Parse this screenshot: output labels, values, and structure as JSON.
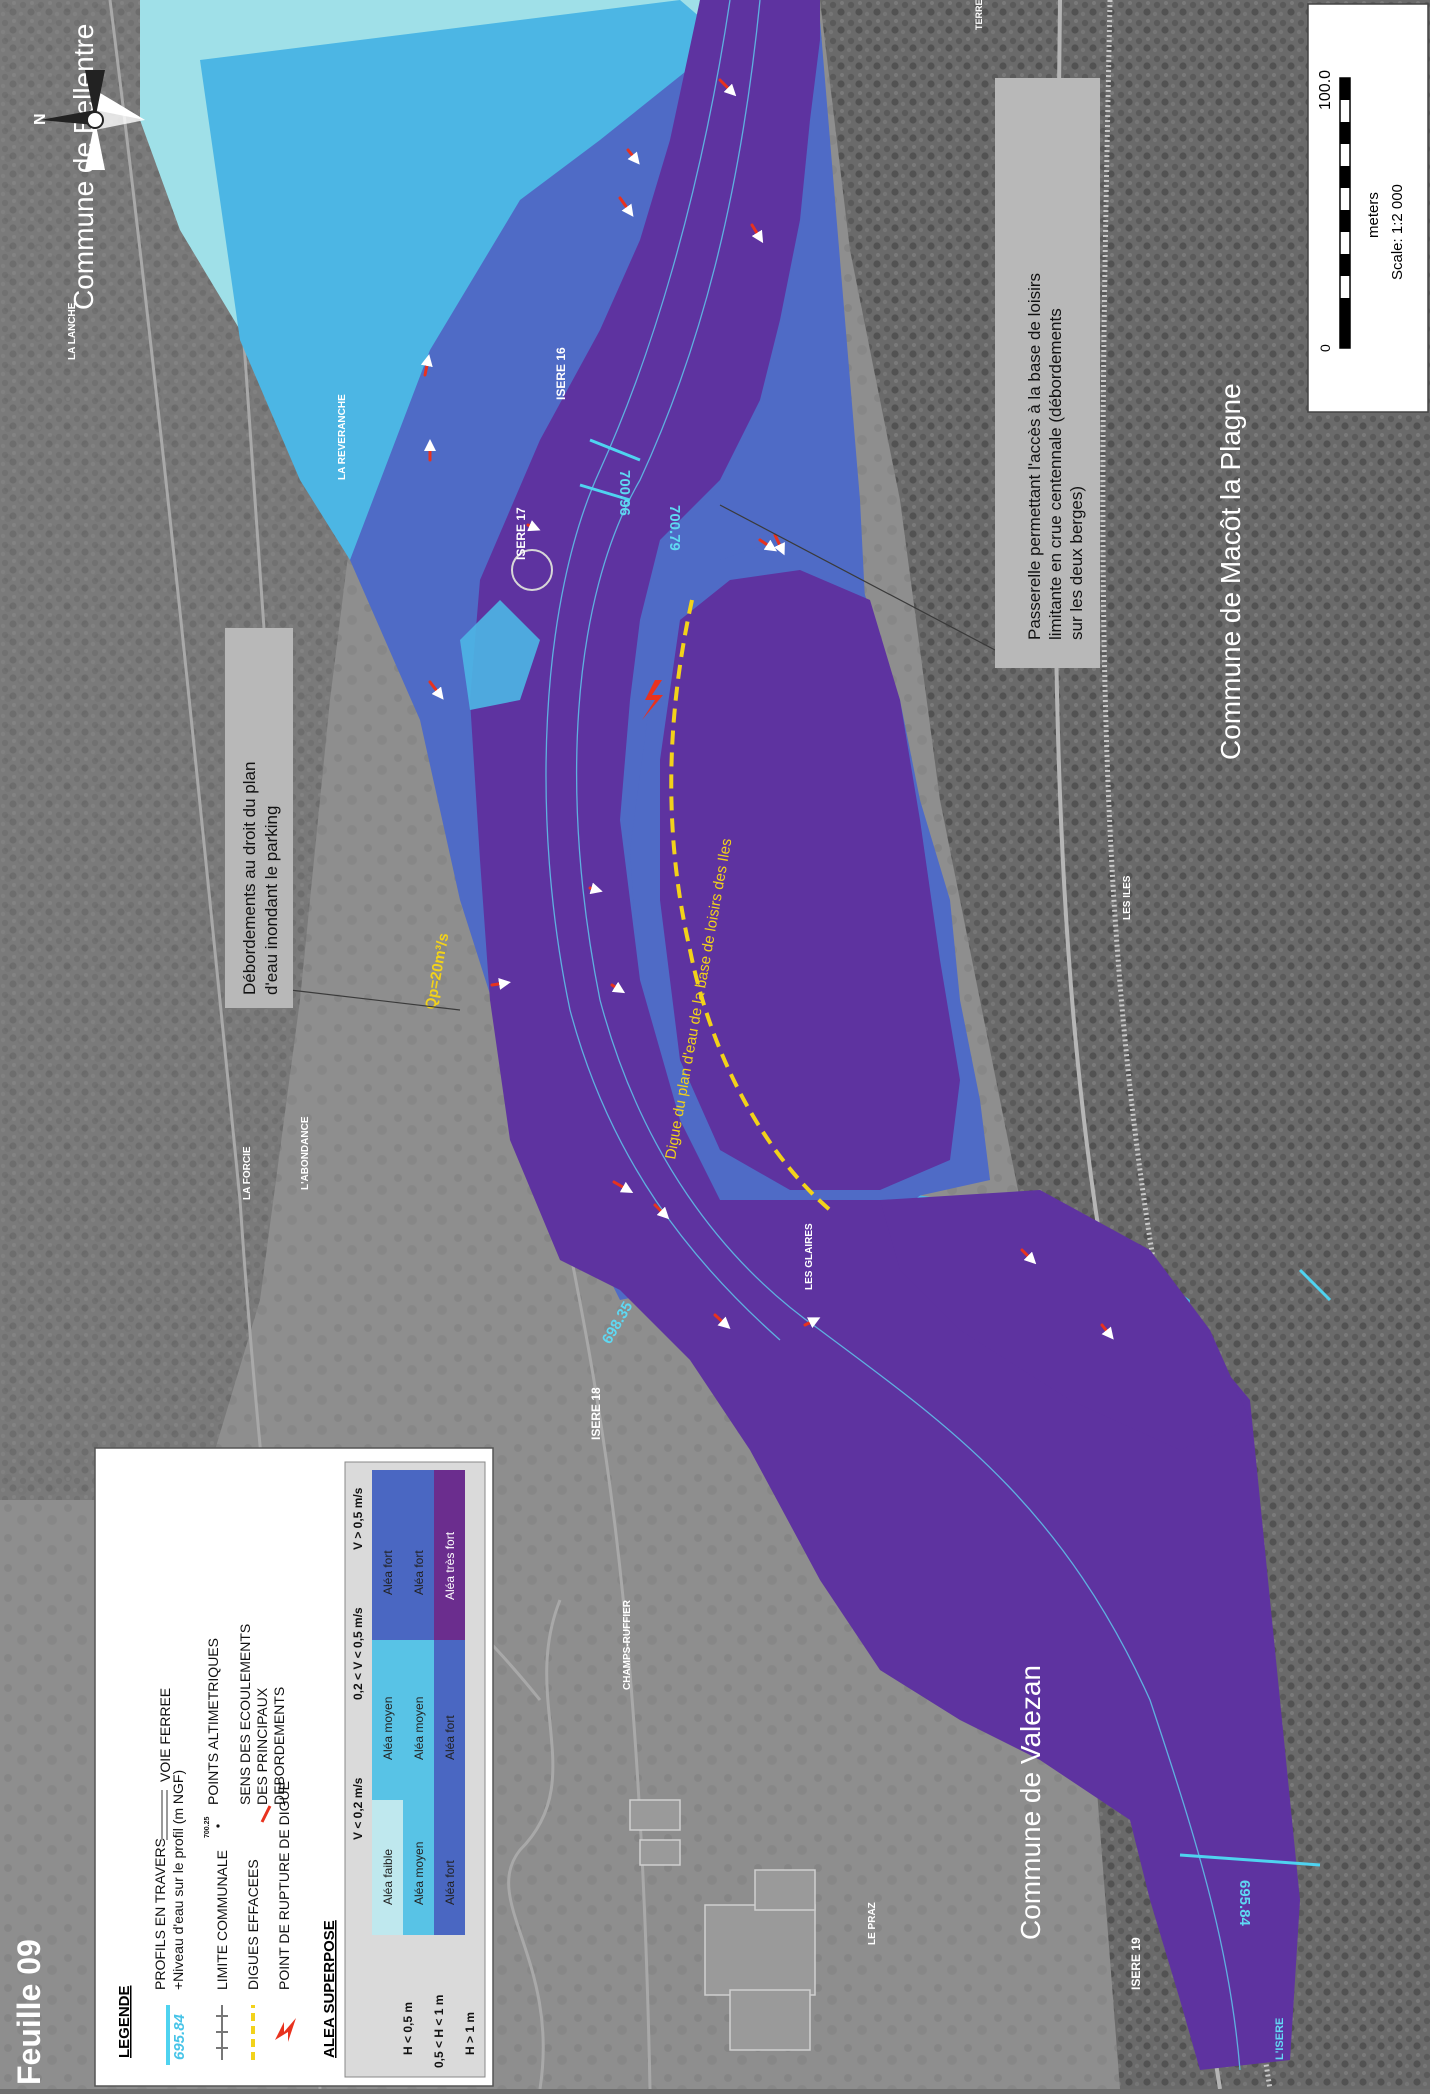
{
  "sheet": {
    "title": "Feuille 09"
  },
  "north": {
    "letter": "N"
  },
  "scalebar": {
    "zero": "0",
    "max": "100.0",
    "unit": "meters",
    "scale": "Scale: 1:2 000"
  },
  "communes": {
    "bellentre": "Commune de Bellentre",
    "macot": "Commune de Macôt la Plagne",
    "valezan": "Commune de Valezan"
  },
  "places": {
    "la_lanche": "LA LANCHE",
    "la_reveranche": "LA REVERANCHE",
    "la_forcie": "LA FORCIE",
    "l_abondance": "L'ABONDANCE",
    "les_glaires": "LES GLAIRES",
    "les_iles": "LES ILES",
    "champs_ruffier": "CHAMPS-RUFFIER",
    "le_praz": "LE PRAZ",
    "lisere": "L'ISERE",
    "terre": "TERRE"
  },
  "profiles": {
    "isere16": "ISERE 16",
    "isere17": "ISERE 17",
    "isere18": "ISERE 18",
    "isere19": "ISERE 19",
    "v1": "700.96",
    "v2": "700.79",
    "v3": "698.35",
    "v4": "695.84"
  },
  "annotations": {
    "passerelle": [
      "Passerelle permettant l'accès à la base de loisirs",
      "limitante en crue centennale (débordements",
      "sur les deux berges)"
    ],
    "debordements": [
      "Débordements au droit du plan",
      "d'eau inondant  le parking"
    ],
    "digue": "Digue du plan d'eau de  la base de loisirs des Iles",
    "flow": "Qp=20m³/s"
  },
  "legend": {
    "title": "LEGENDE",
    "profile_sample": "695.84",
    "profiles_label": [
      "PROFILS EN TRAVERS",
      "+Niveau d'eau sur le profil (m NGF)"
    ],
    "limite": "LIMITE COMMUNALE",
    "digues": "DIGUES EFFACEES",
    "rupture": "POINT DE RUPTURE DE DIGUE",
    "voie": "VOIE FERREE",
    "points_sample": "700.25",
    "points": "POINTS ALTIMETRIQUES",
    "sens": [
      "SENS DES ECOULEMENTS",
      "DES PRINCIPAUX",
      "DEBORDEMENTS"
    ]
  },
  "alea": {
    "title": "ALEA SUPERPOSE",
    "cols": [
      "V < 0,2 m/s",
      "0,2 < V < 0,5 m/s",
      "V > 0,5 m/s"
    ],
    "rows": [
      {
        "label": "H < 0,5 m",
        "cells": [
          "Aléa faible",
          "Aléa moyen",
          "Aléa fort"
        ]
      },
      {
        "label": "0,5 < H < 1 m",
        "cells": [
          "Aléa moyen",
          "Aléa moyen",
          "Aléa fort"
        ]
      },
      {
        "label": "H > 1 m",
        "cells": [
          "Aléa fort",
          "Aléa fort",
          "Aléa très fort"
        ]
      }
    ],
    "colors": [
      "#bfe8ee",
      "#58c3e6",
      "#4a67c2",
      "#6b2d8e"
    ]
  },
  "colors": {
    "very_strong": "#5e33a0",
    "strong": "#4f6bc6",
    "medium": "#4cb6e4",
    "weak": "#9fe0e8",
    "profile": "#4fd3f0",
    "dike": "#f2d21a",
    "arrow": "#e8321e"
  }
}
